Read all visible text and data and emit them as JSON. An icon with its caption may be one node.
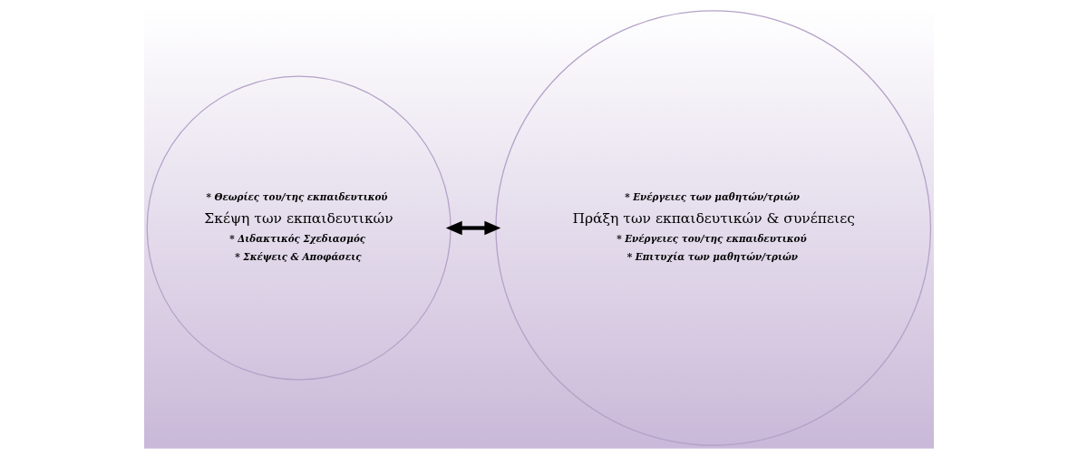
{
  "diagram": {
    "nodes": [
      {
        "text": [
          "* Θεωρίες του/της εκπαιδευτικού",
          "Σκέψη των εκπαιδευτικών",
          "* Διδακτικός Σχεδιασμός",
          "* Σκέψεις & Αποφάσεις"
        ]
      },
      {
        "text": [
          "* Ενέργειες των μαθητών/τριών",
          "Πράξη των εκπαιδευτικών & συνέπειες",
          "* Ενέργειες του/της εκπαιδευτικού",
          "* Επιτυχία των μαθητών/τριών"
        ]
      }
    ],
    "edges": [
      {
        "from": 0,
        "to": 1,
        "arrow": "both"
      }
    ]
  }
}
